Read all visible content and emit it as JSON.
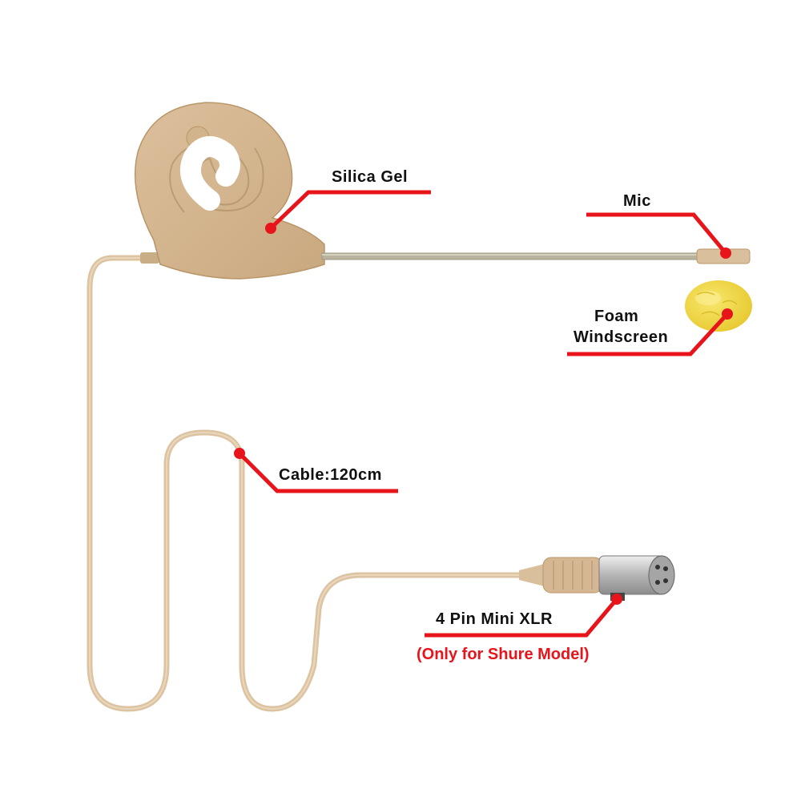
{
  "labels": {
    "silica_gel": "Silica Gel",
    "mic": "Mic",
    "foam_line1": "Foam",
    "foam_line2": "Windscreen",
    "cable": "Cable:120cm",
    "connector": "4 Pin Mini XLR",
    "note": "(Only for Shure Model)"
  },
  "colors": {
    "callout": "#e8141b",
    "cable": "#dcc3a2",
    "ear_hook": "#d6b793",
    "boom": "#b7b39c",
    "foam": "#f2d640",
    "connector_metal": "#c9c9c9",
    "note_text": "#e8141b"
  }
}
